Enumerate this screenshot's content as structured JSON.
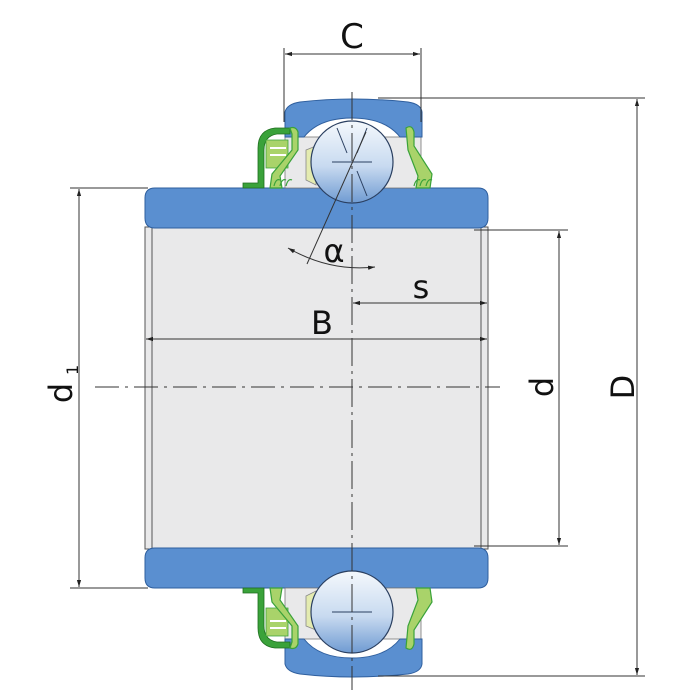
{
  "title": "Insert bearing (Y-bearing) cross-section with dimensions",
  "labels": {
    "C": "C",
    "alpha": "α",
    "s": "s",
    "B": "B",
    "d1": "d",
    "d1_sub": "1",
    "d": "d",
    "D": "D"
  },
  "colors": {
    "ring_blue": "#5a8fd0",
    "ring_stroke": "#2f5f9e",
    "bore_fill": "#e9e9ea",
    "seal_green_dark": "#3aa23a",
    "seal_green_light": "#a9d36a",
    "cage_yellow": "#e4ebb0",
    "ball_light": "#f2f7fc",
    "ball_dark": "#7fa7d6",
    "line": "#333333"
  }
}
